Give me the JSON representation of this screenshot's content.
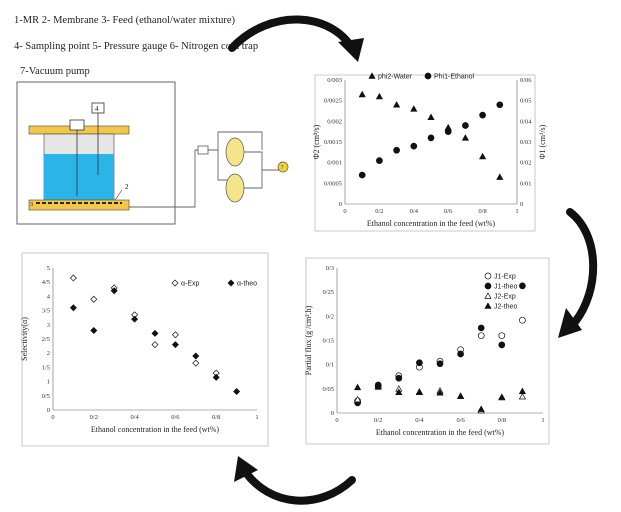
{
  "legend_lines": [
    "1-MR        2- Membrane       3- Feed (ethanol/water mixture)",
    "4- Sampling point   5- Pressure gauge   6- Nitrogen cold trap",
    "7-Vacuum pump"
  ],
  "apparatus_labels": {
    "sampling": "4",
    "membrane": "2",
    "feed": "3",
    "pump": "7"
  },
  "chart_data": [
    {
      "type": "scatter",
      "xlabel": "Ethanol concentration in the feed (wt%)",
      "ylabel": "Φ2 (cm³/s)",
      "ylabel_right": "Φ1 (cm³/s)",
      "xlim": [
        0,
        1
      ],
      "ylim": [
        0,
        0.003
      ],
      "ylim_right": [
        0,
        0.06
      ],
      "xticks": [
        "0",
        "0/2",
        "0/4",
        "0/6",
        "0/8",
        "1"
      ],
      "yticks": [
        "0",
        "0/0005",
        "0/001",
        "0/0015",
        "0/002",
        "0/0025",
        "0/003"
      ],
      "yticks_right": [
        "0",
        "0/01",
        "0/02",
        "0/03",
        "0/04",
        "0/05",
        "0/06"
      ],
      "series": [
        {
          "name": "phi2-Water",
          "axis": "left",
          "marker": "triangle-filled",
          "x": [
            0.1,
            0.2,
            0.3,
            0.4,
            0.5,
            0.6,
            0.7,
            0.8,
            0.9
          ],
          "y": [
            0.00265,
            0.0026,
            0.0024,
            0.0023,
            0.0021,
            0.00185,
            0.0016,
            0.00115,
            0.00065
          ]
        },
        {
          "name": "Phi1-Ethanol",
          "axis": "right",
          "marker": "circle-filled",
          "x": [
            0.1,
            0.2,
            0.3,
            0.4,
            0.5,
            0.6,
            0.7,
            0.8,
            0.9
          ],
          "y": [
            0.014,
            0.021,
            0.026,
            0.028,
            0.032,
            0.035,
            0.038,
            0.043,
            0.048
          ]
        }
      ]
    },
    {
      "type": "scatter",
      "xlabel": "Ethanol concentration in the feed (wt%)",
      "ylabel": "Partial flux (g /cm².h)",
      "xlim": [
        0,
        1
      ],
      "ylim": [
        0,
        0.3
      ],
      "xticks": [
        "0",
        "0/2",
        "0/4",
        "0/6",
        "0/8",
        "1"
      ],
      "yticks": [
        "0",
        "0/05",
        "0/1",
        "0/15",
        "0/2",
        "0/25",
        "0/3"
      ],
      "series": [
        {
          "name": "J1-Exp",
          "marker": "circle-open",
          "x": [
            0.1,
            0.2,
            0.3,
            0.4,
            0.5,
            0.6,
            0.7,
            0.8,
            0.9
          ],
          "y": [
            0.025,
            0.055,
            0.077,
            0.095,
            0.107,
            0.131,
            0.16,
            0.16,
            0.192
          ]
        },
        {
          "name": "J1-theo",
          "marker": "circle-filled",
          "x": [
            0.1,
            0.2,
            0.3,
            0.4,
            0.5,
            0.6,
            0.7,
            0.8,
            0.9
          ],
          "y": [
            0.021,
            0.058,
            0.072,
            0.104,
            0.102,
            0.122,
            0.176,
            0.141,
            0.263
          ]
        },
        {
          "name": "J2-Exp",
          "marker": "triangle-open",
          "x": [
            0.1,
            0.2,
            0.3,
            0.4,
            0.5,
            0.6,
            0.7,
            0.8,
            0.9
          ],
          "y": [
            0.028,
            0.056,
            0.05,
            0.044,
            0.046,
            0.035,
            0.005,
            0.032,
            0.034
          ]
        },
        {
          "name": "J2-theo",
          "marker": "triangle-filled",
          "x": [
            0.1,
            0.2,
            0.3,
            0.4,
            0.5,
            0.6,
            0.7,
            0.8,
            0.9
          ],
          "y": [
            0.053,
            0.054,
            0.043,
            0.043,
            0.042,
            0.035,
            0.008,
            0.033,
            0.045
          ]
        }
      ]
    },
    {
      "type": "scatter",
      "xlabel": "Ethanol concentration in the feed (wt%)",
      "ylabel": "Selectivity(α)",
      "xlim": [
        0,
        1
      ],
      "ylim": [
        0,
        5
      ],
      "xticks": [
        "0",
        "0/2",
        "0/4",
        "0/6",
        "0/8",
        "1"
      ],
      "yticks": [
        "0",
        "0/5",
        "1",
        "1/5",
        "2",
        "2/5",
        "3",
        "3/5",
        "4",
        "4/5",
        "5"
      ],
      "series": [
        {
          "name": "α-Exp",
          "marker": "diamond-open",
          "x": [
            0.1,
            0.2,
            0.3,
            0.4,
            0.5,
            0.6,
            0.7,
            0.8
          ],
          "y": [
            4.65,
            3.9,
            4.3,
            3.35,
            2.3,
            2.65,
            1.65,
            1.3
          ]
        },
        {
          "name": "α-theo",
          "marker": "diamond-filled",
          "x": [
            0.1,
            0.2,
            0.3,
            0.4,
            0.5,
            0.6,
            0.7,
            0.8,
            0.9
          ],
          "y": [
            3.6,
            2.8,
            4.2,
            3.2,
            2.7,
            2.3,
            1.9,
            1.15,
            0.65
          ]
        }
      ]
    }
  ]
}
